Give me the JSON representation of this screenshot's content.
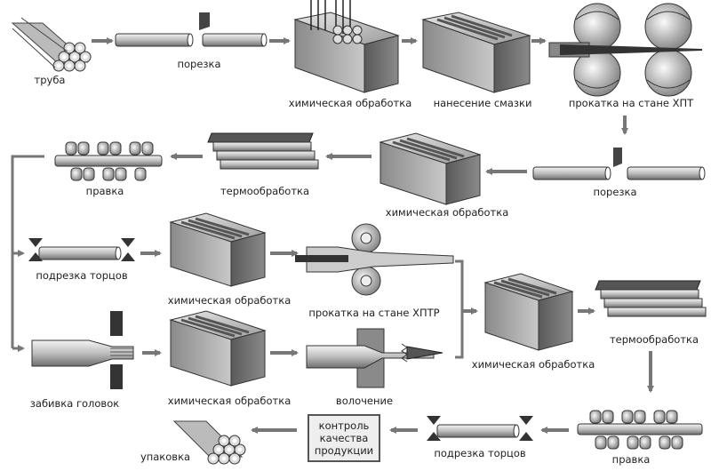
{
  "steps": {
    "pipe": "труба",
    "cutting_1": "порезка",
    "chem_1": "химическая обработка",
    "lubrication": "нанесение смазки",
    "rolling_hpt": "прокатка на стане ХПТ",
    "cutting_2": "порезка",
    "chem_2": "химическая обработка",
    "heat_1": "термообработка",
    "straighten_1": "правка",
    "trim_1": "подрезка торцов",
    "chem_3": "химическая обработка",
    "rolling_hptr": "прокатка на стане ХПТР",
    "chem_4": "химическая обработка",
    "heat_2": "термообработка",
    "heading": "забивка головок",
    "chem_5": "химическая обработка",
    "drawing": "волочение",
    "straighten_2": "правка",
    "trim_2": "подрезка торцов",
    "quality_line1": "контроль",
    "quality_line2": "качества",
    "quality_line3": "продукции",
    "packing": "упаковка"
  },
  "colors": {
    "arrow": "#777777",
    "metal": "#9a9a9a",
    "dark": "#333333"
  }
}
